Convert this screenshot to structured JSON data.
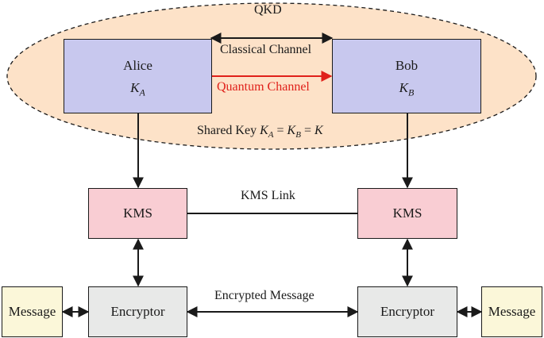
{
  "qkd": {
    "title": "QKD"
  },
  "alice": {
    "name": "Alice",
    "key": "K",
    "key_sub": "A"
  },
  "bob": {
    "name": "Bob",
    "key": "K",
    "key_sub": "B"
  },
  "channels": {
    "classical": "Classical Channel",
    "quantum": "Quantum Channel"
  },
  "shared_key": {
    "prefix": "Shared Key",
    "k": "K",
    "sub_a": "A",
    "eq1": "=",
    "sub_b": "B",
    "eq2": "=",
    "final": "K"
  },
  "kms": {
    "left": "KMS",
    "right": "KMS",
    "link": "KMS Link"
  },
  "encryptor": {
    "left": "Encryptor",
    "right": "Encryptor",
    "link": "Encrypted Message"
  },
  "message": {
    "left": "Message",
    "right": "Message"
  },
  "colors": {
    "qkd_fill": "#fde2c8",
    "party_fill": "#c8c8ee",
    "kms_fill": "#f9cdd3",
    "encryptor_fill": "#e8e9e8",
    "message_fill": "#fbf7d9",
    "quantum": "#e0201a"
  }
}
